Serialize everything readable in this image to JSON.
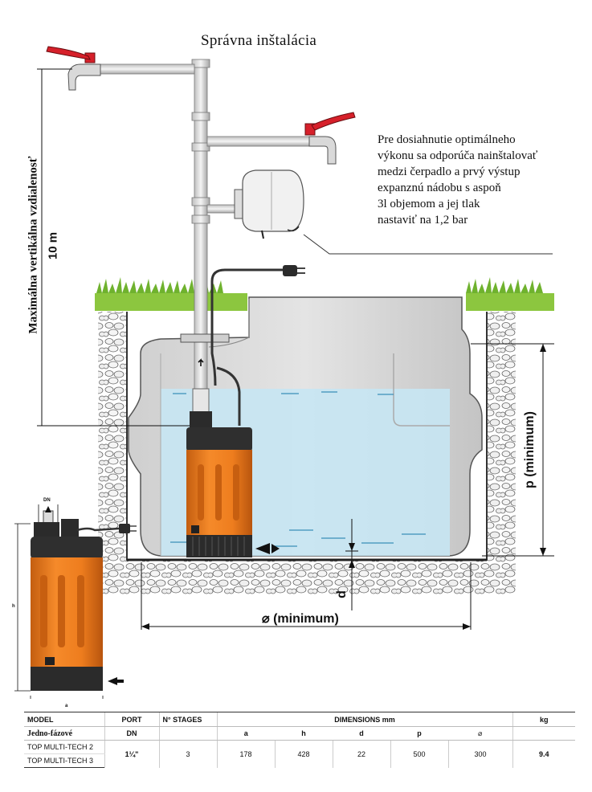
{
  "title": "Správna inštalácia",
  "note_lines": [
    "Pre dosiahnutie optimálneho",
    "výkonu sa odporúča  nainštalovať",
    "medzi čerpadlo a prvý výstup",
    "expanznú nádobu s aspoň",
    "3l objemom a jej tlak",
    "nastaviť na 1,2 bar"
  ],
  "vertical_label": "Maximálna vertikálna vzdialenosť",
  "vertical_value": "10 m",
  "dim_p": "p (minimum)",
  "dim_d": "d",
  "dim_diameter": "⌀ (minimum)",
  "small_pump": {
    "dn_label": "DN",
    "h_label": "h",
    "a_label": "a"
  },
  "colors": {
    "water": "#c7e6f3",
    "pump_orange": "#ee7d1e",
    "pump_black": "#2b2b2b",
    "grass": "#8cc63f",
    "tank": "#d8d8d8",
    "valve_red": "#d6202a"
  },
  "table": {
    "headers": {
      "model": "MODEL",
      "port": "PORT",
      "stages": "N° STAGES",
      "dimensions": "DIMENSIONS mm",
      "kg": "kg"
    },
    "subheaders": {
      "model": "Jedno-fázové",
      "port": "DN",
      "a": "a",
      "h": "h",
      "d": "d",
      "p": "p",
      "dia": "⌀"
    },
    "rows": [
      {
        "model": "TOP MULTI-TECH 2"
      },
      {
        "model": "TOP MULTI-TECH 3"
      }
    ],
    "shared": {
      "port": "1¼\"",
      "stages": "3",
      "a": "178",
      "h": "428",
      "d": "22",
      "p": "500",
      "dia": "300",
      "kg": "9.4"
    }
  }
}
